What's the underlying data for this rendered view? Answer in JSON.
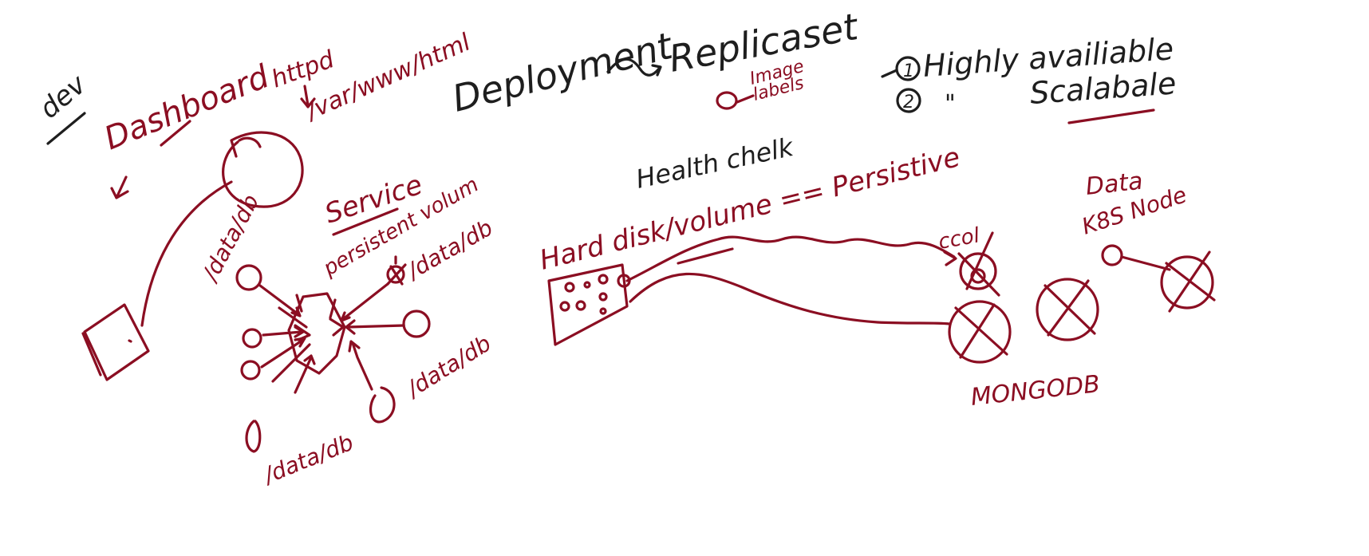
{
  "labels": {
    "dev": "dev",
    "dashboard": "Dashboard",
    "httpd": "httpd",
    "var_www_html": "/var/www/html",
    "deployment": "Deployment",
    "replicaset": "Replicaset",
    "image": "Image",
    "labels": "labels",
    "one": "1",
    "two": "2",
    "highly_available": "Highly availiable",
    "ditto": "\"",
    "scalable": "Scalabale",
    "service": "Service",
    "health_check": "Health chelk",
    "persistent_volume": "persistent volum",
    "data_db_1": "/data/db",
    "data_db_2": "/data/db",
    "data_db_3": "/data/db",
    "data_db_4": "/data/db",
    "hard_disk": "Hard disk/volume == Persistive",
    "ccol": "ccol",
    "data": "Data",
    "k8s_node": "K8S Node",
    "mongodb": "MONGODB"
  },
  "colors": {
    "ink_red": "#8b0e22",
    "ink_black": "#1e1e1e",
    "background": "#ffffff"
  }
}
